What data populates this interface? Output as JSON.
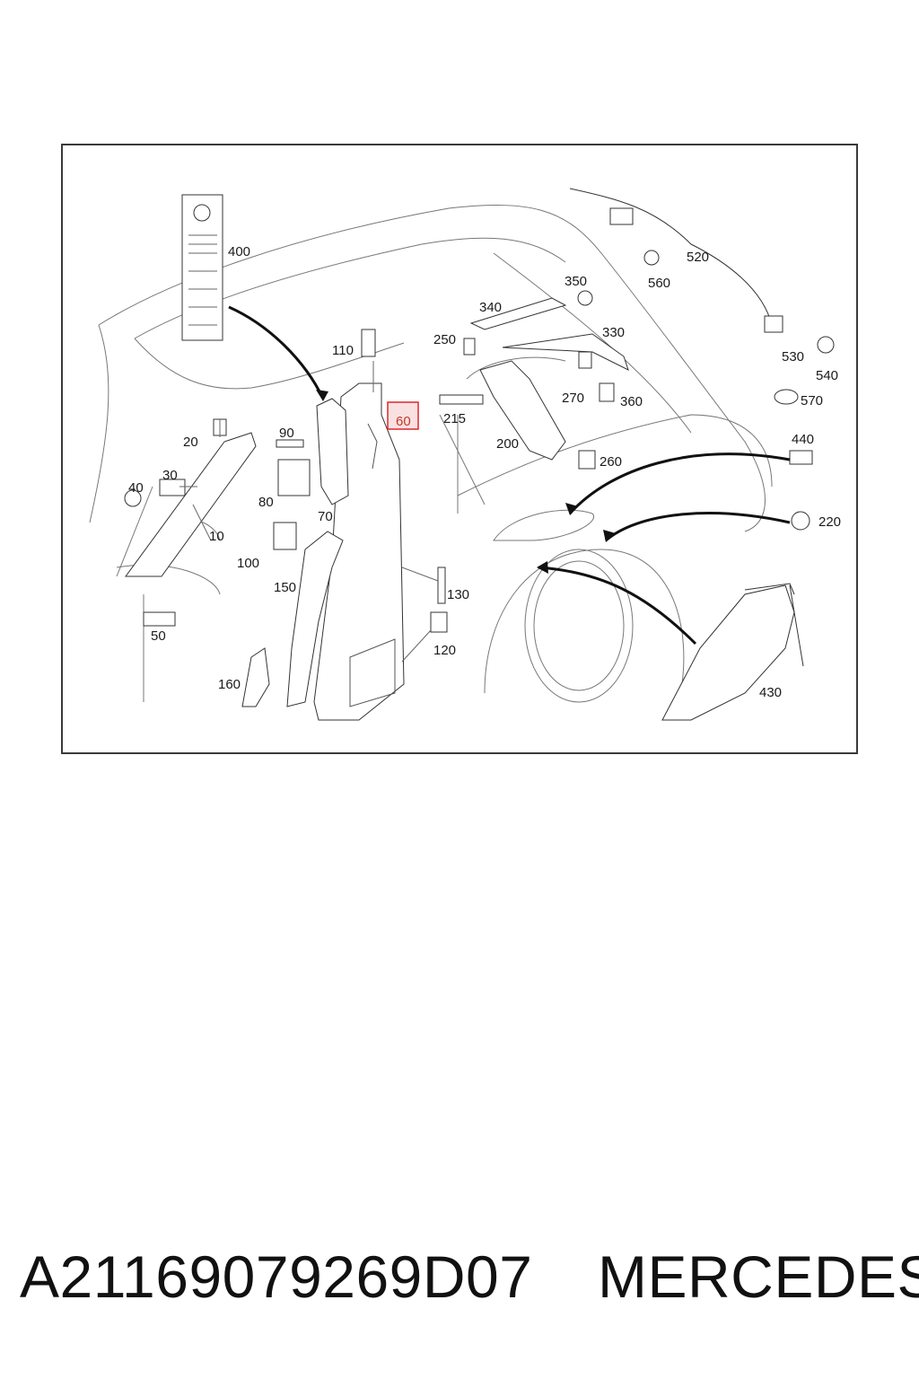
{
  "diagram": {
    "highlight_color": "#e0262b",
    "line_color": "#555555",
    "labels": {
      "l400": "400",
      "l520": "520",
      "l560": "560",
      "l350": "350",
      "l340": "340",
      "l330": "330",
      "l250": "250",
      "l110": "110",
      "l270": "270",
      "l360": "360",
      "l530": "530",
      "l540": "540",
      "l570": "570",
      "l60": "60",
      "l215": "215",
      "l200": "200",
      "l90": "90",
      "l20": "20",
      "l30": "30",
      "l40": "40",
      "l80": "80",
      "l70": "70",
      "l260": "260",
      "l440": "440",
      "l220": "220",
      "l10": "10",
      "l100": "100",
      "l150": "150",
      "l130": "130",
      "l50": "50",
      "l120": "120",
      "l160": "160",
      "l430": "430"
    }
  },
  "caption": {
    "part_number": "A21169079269D07",
    "brand": "MERCEDES"
  }
}
